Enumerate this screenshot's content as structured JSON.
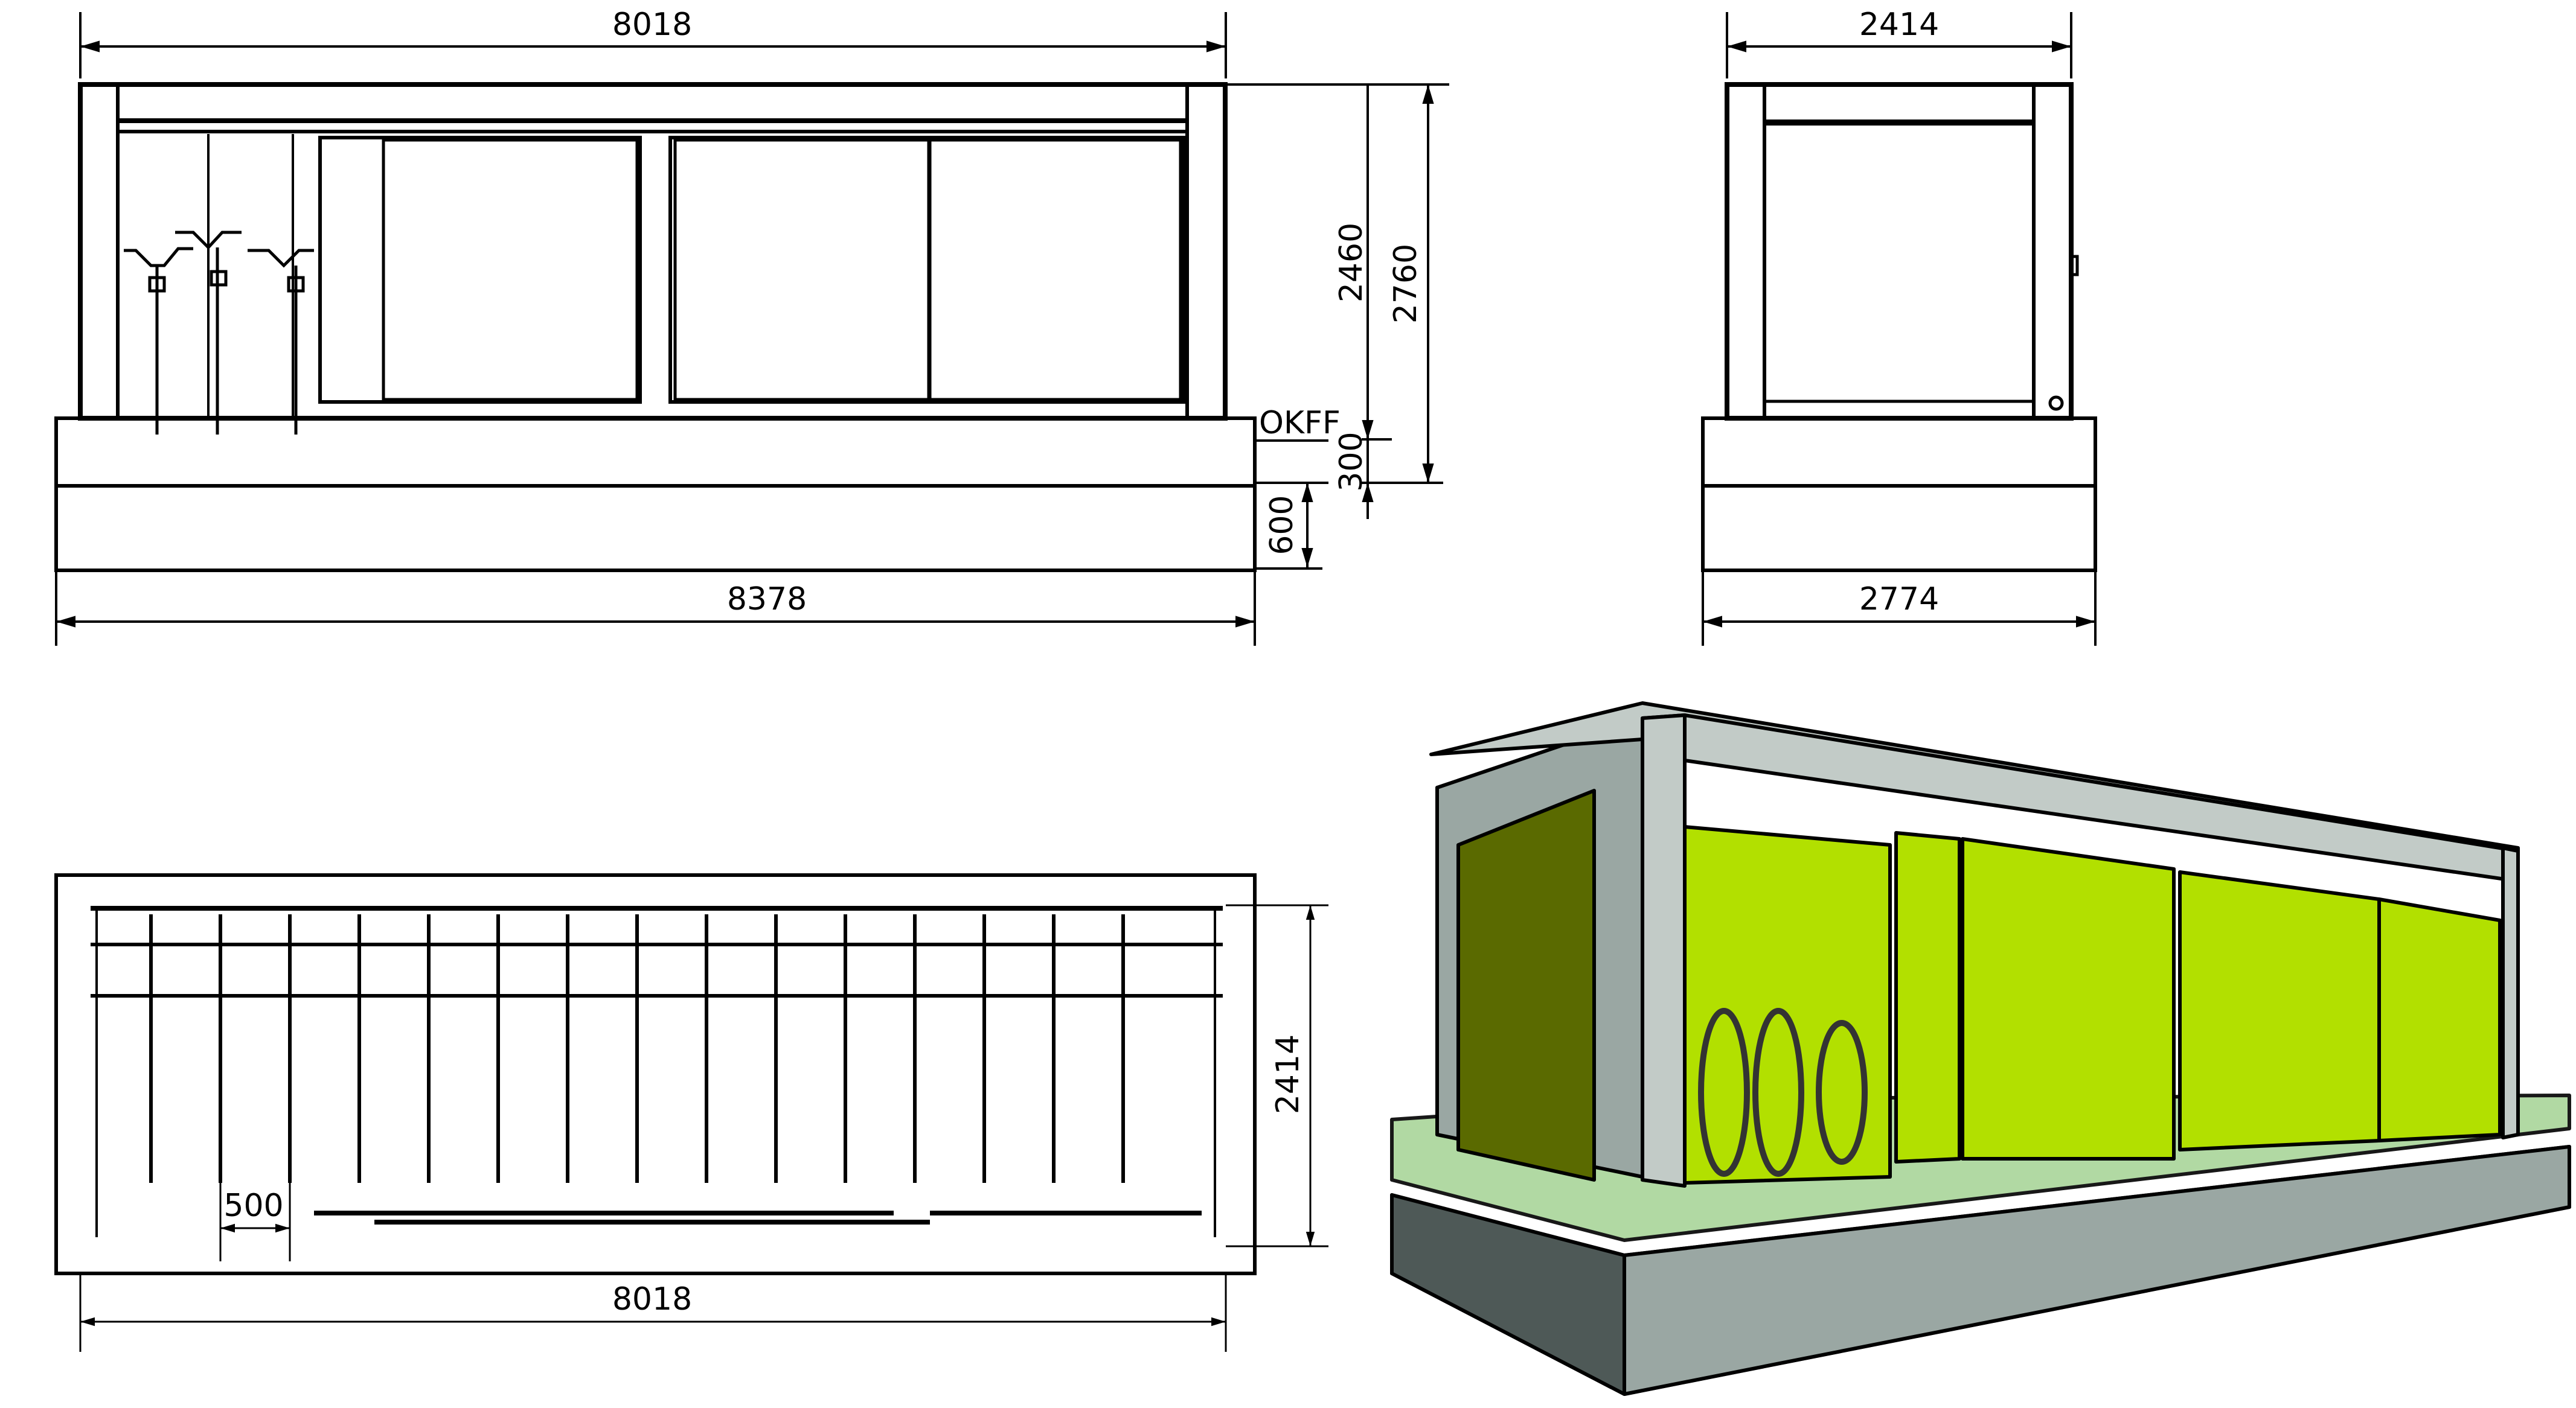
{
  "front_elevation": {
    "frame_width": "8018",
    "base_width": "8378",
    "height_inner": "2460",
    "height_total": "2760",
    "base_upper": "300",
    "base_lower": "600",
    "floor_label": "OKFF"
  },
  "side_elevation": {
    "frame_width": "2414",
    "base_width": "2774"
  },
  "plan_view": {
    "width": "8018",
    "depth": "2414",
    "spacing": "500",
    "bike_count": 15
  },
  "perspective_view": {
    "panel_color": "#b2e000",
    "panel_shadow_color": "#5a6a00",
    "frame_color": "#c2cbc7",
    "base_color": "#9aa7a3",
    "glass_color": "#a9d59a"
  }
}
